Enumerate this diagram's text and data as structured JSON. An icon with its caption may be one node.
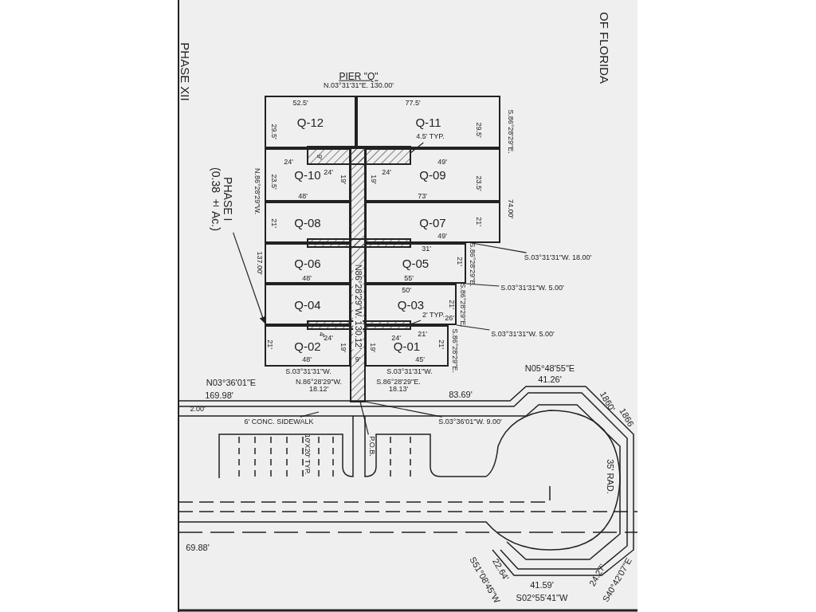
{
  "diagram": {
    "title": "PIER \"Q\"",
    "nodes": [
      {
        "text": [
          "Q-12"
        ]
      },
      {
        "text": [
          "Q-11"
        ]
      },
      {
        "text": [
          "Q-10"
        ]
      },
      {
        "text": [
          "Q-09"
        ]
      },
      {
        "text": [
          "Q-08"
        ]
      },
      {
        "text": [
          "Q-07"
        ]
      },
      {
        "text": [
          "Q-06"
        ]
      },
      {
        "text": [
          "Q-05"
        ]
      },
      {
        "text": [
          "Q-04"
        ]
      },
      {
        "text": [
          "Q-03"
        ]
      },
      {
        "text": [
          "Q-02"
        ]
      },
      {
        "text": [
          "Q-01"
        ]
      },
      {
        "text": [
          "4.5' TYP."
        ],
        "in": 1
      },
      {
        "text": [
          "S.03°31'31\"W. 18.00'"
        ]
      },
      {
        "text": [
          "S.03°31'31\"W. 5.00'"
        ]
      },
      {
        "text": [
          "2' TYP."
        ],
        "in": 9
      },
      {
        "text": [
          "S.03°31'31\"W. 5.00'"
        ]
      },
      {
        "text": [
          "PHASE I",
          "(0.38 ± Ac.)"
        ]
      },
      {
        "text": [
          "6' CONC. SIDEWALK"
        ]
      },
      {
        "text": [
          "S.03°36'01\"W. 9.00'"
        ]
      },
      {
        "text": [
          "P.O.B."
        ]
      },
      {
        "text": [],
        "shape": "box"
      }
    ],
    "edges": [
      {
        "from": 12,
        "to": 21,
        "arrow": "none"
      },
      {
        "from": 13,
        "to": 5,
        "arrow": "none"
      },
      {
        "from": 14,
        "to": 7,
        "arrow": "none"
      },
      {
        "from": 15,
        "to": 21,
        "arrow": "none"
      },
      {
        "from": 16,
        "to": 9,
        "arrow": "none"
      },
      {
        "from": 17,
        "to": 8,
        "arrow": "to"
      },
      {
        "from": 18,
        "to": null,
        "arrow": "none"
      },
      {
        "from": 19,
        "to": 21,
        "arrow": "none"
      },
      {
        "from": 20,
        "to": 21,
        "arrow": "none"
      }
    ],
    "labels": [
      "N.03°31'31\"E. 130.00'",
      "52.5'",
      "77.5'",
      "29.5'",
      "29.5'",
      "S.86°28'29\"E.",
      "9'",
      "24'",
      "24'",
      "24'",
      "49'",
      "N.86°28'29\"W.",
      "23.5'",
      "23.5'",
      "74.00'",
      "19'",
      "19'",
      "48'",
      "73'",
      "21'",
      "21'",
      "49'",
      "137.00'",
      "31'",
      "N86°28'29\"W. 130.12'",
      "S.86°28'29\"E.",
      "21'",
      "48'",
      "55'",
      "50'",
      "21'",
      "S.86°28'29\"E.",
      "4'",
      "26'",
      "24'",
      "24'",
      "21'",
      "21'",
      "21'",
      "S.86°28'29\"E.",
      "19'",
      "19'",
      "48'",
      "9'",
      "45'",
      "S.03°31'31\"W.",
      "S.03°31'31\"W.",
      "N.86°28'29\"W. 18.12'",
      "S.86°28'29\"E. 18.13'",
      "N03°36'01\"E",
      "169.98'",
      "2.00'",
      "83.69'",
      "N05°48'55\"E",
      "41.26'",
      "10'X20' TYP.",
      "35' RAD.",
      "1860'",
      "1866",
      "22.64'",
      "S51°08'45\"W",
      "41.59'",
      "S02°55'41\"W",
      "24.27'",
      "S40°42'07\"E",
      "PHASE XII",
      "OF FLORIDA",
      "69.88'"
    ]
  }
}
